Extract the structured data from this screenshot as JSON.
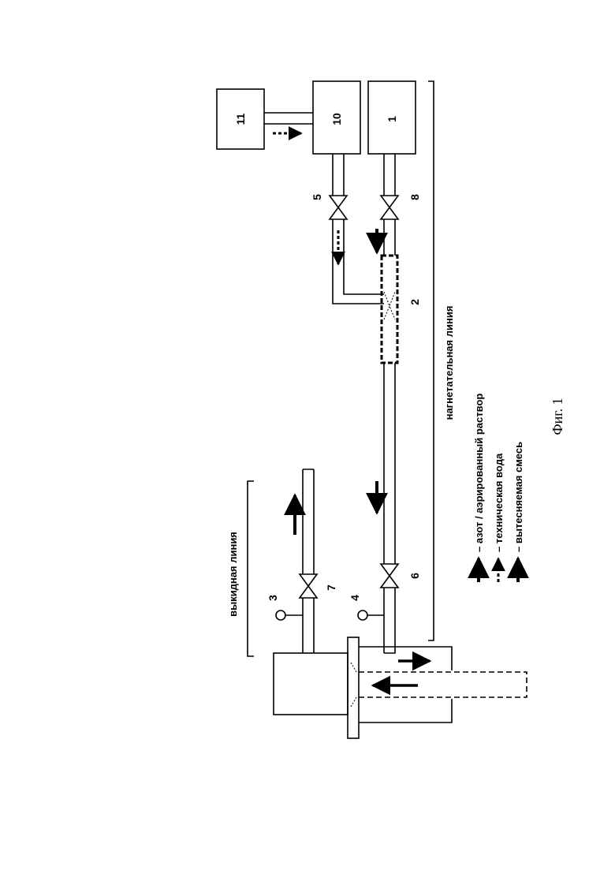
{
  "labels": {
    "n1": "1",
    "n2": "2",
    "n3": "3",
    "n4": "4",
    "n5": "5",
    "n6": "6",
    "n7": "7",
    "n8": "8",
    "n10": "10",
    "n11": "11"
  },
  "lines": {
    "discharge": "выкидная линия",
    "injection": "нагнетательная линия"
  },
  "legend": [
    {
      "text": "– азот / аэрированный раствор",
      "icon": "solid-arrow"
    },
    {
      "text": "– техническая вода",
      "icon": "dashed-arrow"
    },
    {
      "text": "– вытесняемая смесь",
      "icon": "solid-arrow"
    }
  ],
  "caption": "Фиг. 1"
}
